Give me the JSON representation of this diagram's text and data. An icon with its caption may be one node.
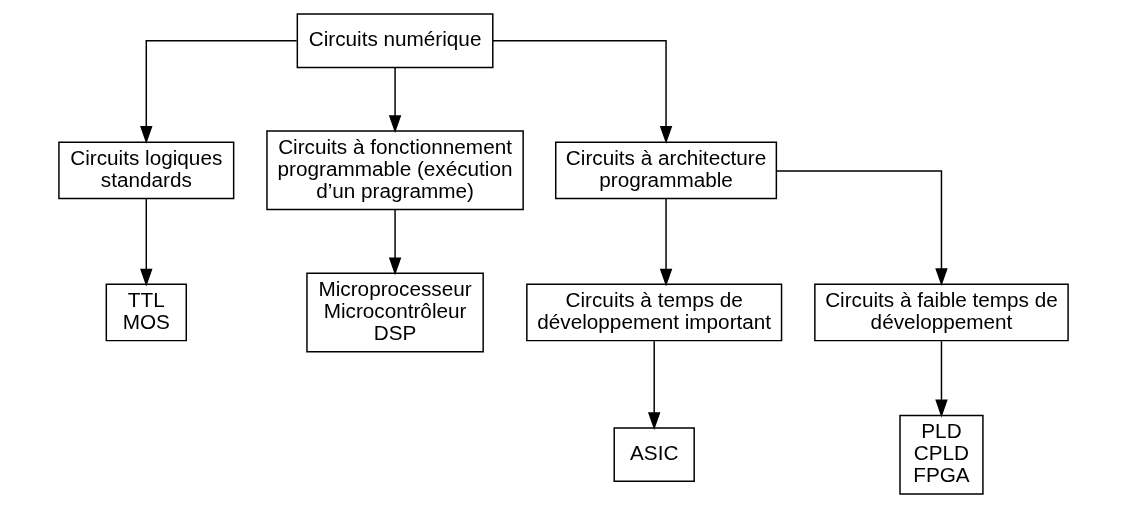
{
  "diagram": {
    "nodes": [
      {
        "text": [
          "Circuits numérique"
        ]
      },
      {
        "text": [
          "Circuits logiques standards"
        ]
      },
      {
        "text": [
          "Circuits à fonctionnement programmable (exécution d’un pragramme)"
        ]
      },
      {
        "text": [
          "Circuits à architecture programmable"
        ]
      },
      {
        "text": [
          "Circuits à temps de développement important"
        ]
      },
      {
        "text": [
          "Circuits à faible temps de développement"
        ]
      },
      {
        "text": [
          "TTL",
          "MOS"
        ]
      },
      {
        "text": [
          "Microprocesseur",
          "Microcontrôleur",
          "DSP"
        ]
      },
      {
        "text": [
          "ASIC"
        ]
      },
      {
        "text": [
          "PLD",
          "CPLD",
          "FPGA"
        ]
      }
    ],
    "edges": [
      {
        "from": 0,
        "to": 1,
        "arrow": "to"
      },
      {
        "from": 0,
        "to": 2,
        "arrow": "to"
      },
      {
        "from": 0,
        "to": 3,
        "arrow": "to"
      },
      {
        "from": 1,
        "to": 6,
        "arrow": "to"
      },
      {
        "from": 2,
        "to": 7,
        "arrow": "to"
      },
      {
        "from": 3,
        "to": 4,
        "arrow": "to"
      },
      {
        "from": 3,
        "to": 5,
        "arrow": "to"
      },
      {
        "from": 4,
        "to": 8,
        "arrow": "to"
      },
      {
        "from": 5,
        "to": 9,
        "arrow": "to"
      }
    ]
  }
}
